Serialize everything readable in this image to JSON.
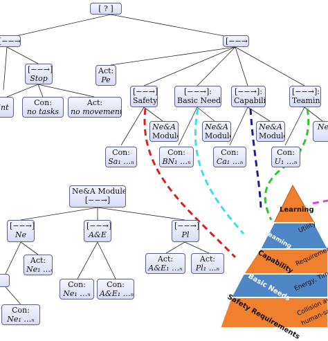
{
  "root": {
    "label": "[ ? ]"
  },
  "left_seq": {
    "label": "[−−→]"
  },
  "right_seq": {
    "label": "[−−→]"
  },
  "stop": {
    "seq": "[−−→]:",
    "name": "Stop"
  },
  "act_pe": {
    "head": "Act:",
    "body": "Pe"
  },
  "int_node": {
    "body": "int"
  },
  "con_no_tasks": {
    "head": "Con:",
    "body": "no tasks"
  },
  "act_no_movement": {
    "head": "Act:",
    "body": "no movement"
  },
  "safety": {
    "seq": "[−−→]:",
    "name": "Safety"
  },
  "basic_needs": {
    "seq": "[−−→]:",
    "name": "Basic Needs"
  },
  "capability": {
    "seq": "[−−→]:",
    "name": "Capability"
  },
  "teaming": {
    "seq": "[−−→]:",
    "name": "Teaming"
  },
  "nea_module_1": {
    "l1": "Ne&A",
    "l2": "Module"
  },
  "nea_module_2": {
    "l1": "Ne&A",
    "l2": "Module"
  },
  "nea_module_3": {
    "l1": "Ne&A",
    "l2": "Module"
  },
  "nea_module_4": {
    "l1": "Ne"
  },
  "con_sa": {
    "head": "Con:",
    "body": "Sa₁ …ₙ"
  },
  "con_bn": {
    "head": "Con:",
    "body": "BN₁ …ₙ"
  },
  "con_ca": {
    "head": "Con:",
    "body": "Ca₁ …ₙ"
  },
  "con_u": {
    "head": "Con:",
    "body": "U₁ …ₙ"
  },
  "nea_module_main": {
    "l1": "Ne&A Module",
    "l2": "[−−→]"
  },
  "ne_seq": {
    "seq": "[−−→]:",
    "name": "Ne"
  },
  "ae_seq": {
    "seq": "[−−→]:",
    "name": "A&E"
  },
  "pl_seq": {
    "seq": "[−−→]:",
    "name": "Pl"
  },
  "act_ne": {
    "head": "Act:",
    "body": "Ne₁ …ₙ"
  },
  "con_ne": {
    "head": "Con:",
    "body": "Ne₁ …ₙ"
  },
  "con_ae": {
    "head": "Con:",
    "body": "A&E₁ …ₙ"
  },
  "act_ae": {
    "head": "Act:",
    "body": "A&E₁ …ₙ"
  },
  "act_pl": {
    "head": "Act:",
    "body": "Pl₁ …ₙ"
  },
  "con_bottom_left": {
    "head": "Con:",
    "body": "Ne₁ …ₙ"
  },
  "pyramid": {
    "learning": "Learning",
    "teaming": "Teaming",
    "utility": "Utility",
    "capability": "Capability",
    "requirements": "Requirements",
    "basic_needs": "Basic Needs",
    "energy": "Energy, Time",
    "safety": "Safety Requirements",
    "collision": "Collision av",
    "human_safe": "human-saf",
    "colors": {
      "orange": "#f07f2e",
      "blue": "#4f86c6",
      "white": "#ffffff"
    }
  },
  "links": {
    "colors": {
      "red": "#d62020",
      "cyan": "#35e0e8",
      "navy": "#1a1aa8",
      "green": "#2ec52e",
      "magenta": "#e040e0"
    }
  }
}
